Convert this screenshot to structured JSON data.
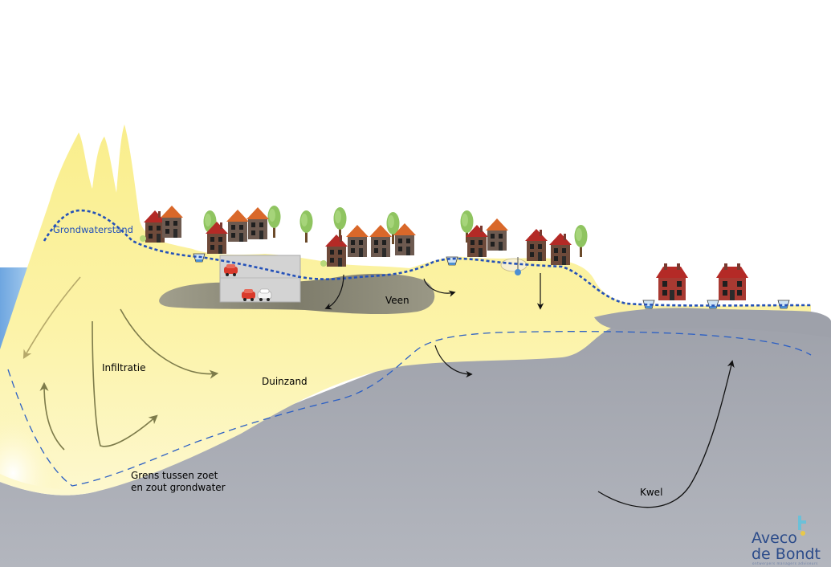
{
  "labels": {
    "groundwater_level": "Grondwaterstand",
    "infiltration": "Infiltratie",
    "dune_sand": "Duinzand",
    "peat": "Veen",
    "boundary_line1": "Grens tussen zoet",
    "boundary_line2": "en zout grondwater",
    "seepage": "Kwel"
  },
  "logo": {
    "line1": "Aveco",
    "line2": "de Bondt",
    "tagline": "ontwerpers  managers  adviseurs"
  },
  "colors": {
    "sea": "#7fb2e5",
    "sand": "#fbf19c",
    "salt_ground": "#a9acb5",
    "peat": "#8c8a78",
    "groundwater_line": "#2451b8",
    "house_roof_red": "#b42a26",
    "house_roof_orange": "#d9682a"
  }
}
